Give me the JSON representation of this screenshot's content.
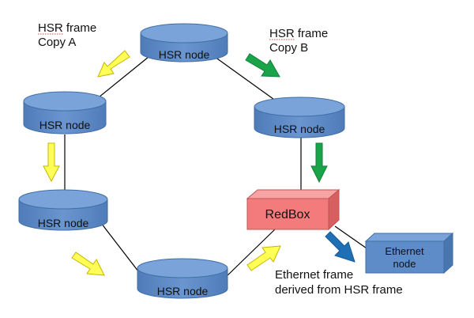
{
  "annotations": {
    "copy_a": [
      "HSR frame",
      "Copy A"
    ],
    "copy_b": [
      "HSR frame",
      "Copy B"
    ],
    "ethernet_frame": [
      "Ethernet frame",
      "derived from HSR frame"
    ]
  },
  "nodes": {
    "top": "HSR node",
    "left_upper": "HSR node",
    "right_upper": "HSR node",
    "left_lower": "HSR node",
    "bottom": "HSR node"
  },
  "redbox": {
    "label": "RedBox"
  },
  "ethernet_node": {
    "label": [
      "Ethernet",
      "node"
    ]
  },
  "colors": {
    "cylinder_fill": "#5b87c5",
    "cylinder_top": "#6f9bd4",
    "cylinder_edge": "#3f6ea6",
    "redbox_front": "#f47d7d",
    "redbox_top": "#f7a0a0",
    "redbox_side": "#d65a5a",
    "arrow_yellow": "#ffff55",
    "arrow_green": "#1aa44a",
    "arrow_blue": "#1f6fb5",
    "ethernet_fill": "#5b87c5"
  }
}
